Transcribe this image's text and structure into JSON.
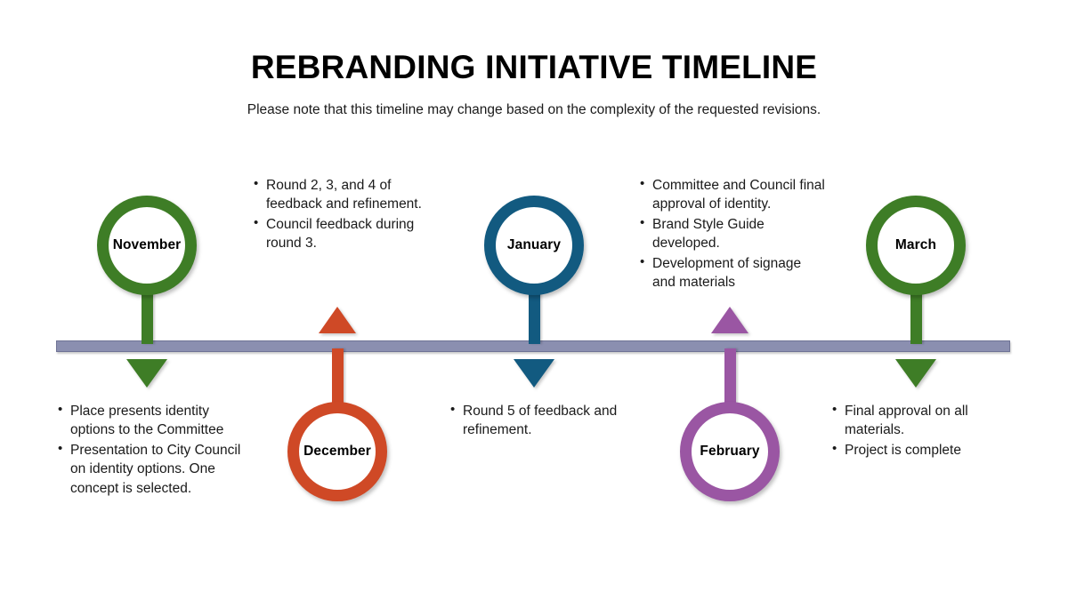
{
  "header": {
    "title": "REBRANDING INITIATIVE TIMELINE",
    "subtitle": "Please note that this timeline may change based on the complexity of the requested revisions."
  },
  "timeline": {
    "bar_color": "#8b8fb0",
    "milestones": [
      {
        "id": "november",
        "label": "November",
        "color": "#3e7d26",
        "circle_position": "above",
        "notes_position": "below",
        "notes": [
          "Place presents identity options to the Committee",
          "Presentation to City Council on identity options. One concept is selected."
        ]
      },
      {
        "id": "december",
        "label": "December",
        "color": "#cf4926",
        "circle_position": "below",
        "notes_position": "above",
        "notes": [
          "Round 2, 3, and 4 of feedback and refinement.",
          "Council feedback during round 3."
        ]
      },
      {
        "id": "january",
        "label": "January",
        "color": "#125a80",
        "circle_position": "above",
        "notes_position": "below",
        "notes": [
          "Round 5 of feedback and refinement."
        ]
      },
      {
        "id": "february",
        "label": "February",
        "color": "#9a56a3",
        "circle_position": "below",
        "notes_position": "above",
        "notes": [
          "Committee and Council final approval of identity.",
          "Brand Style Guide developed.",
          "Development of signage and materials"
        ]
      },
      {
        "id": "march",
        "label": "March",
        "color": "#3e7d26",
        "circle_position": "above",
        "notes_position": "below",
        "notes": [
          "Final approval on all materials.",
          "Project is complete"
        ]
      }
    ]
  }
}
